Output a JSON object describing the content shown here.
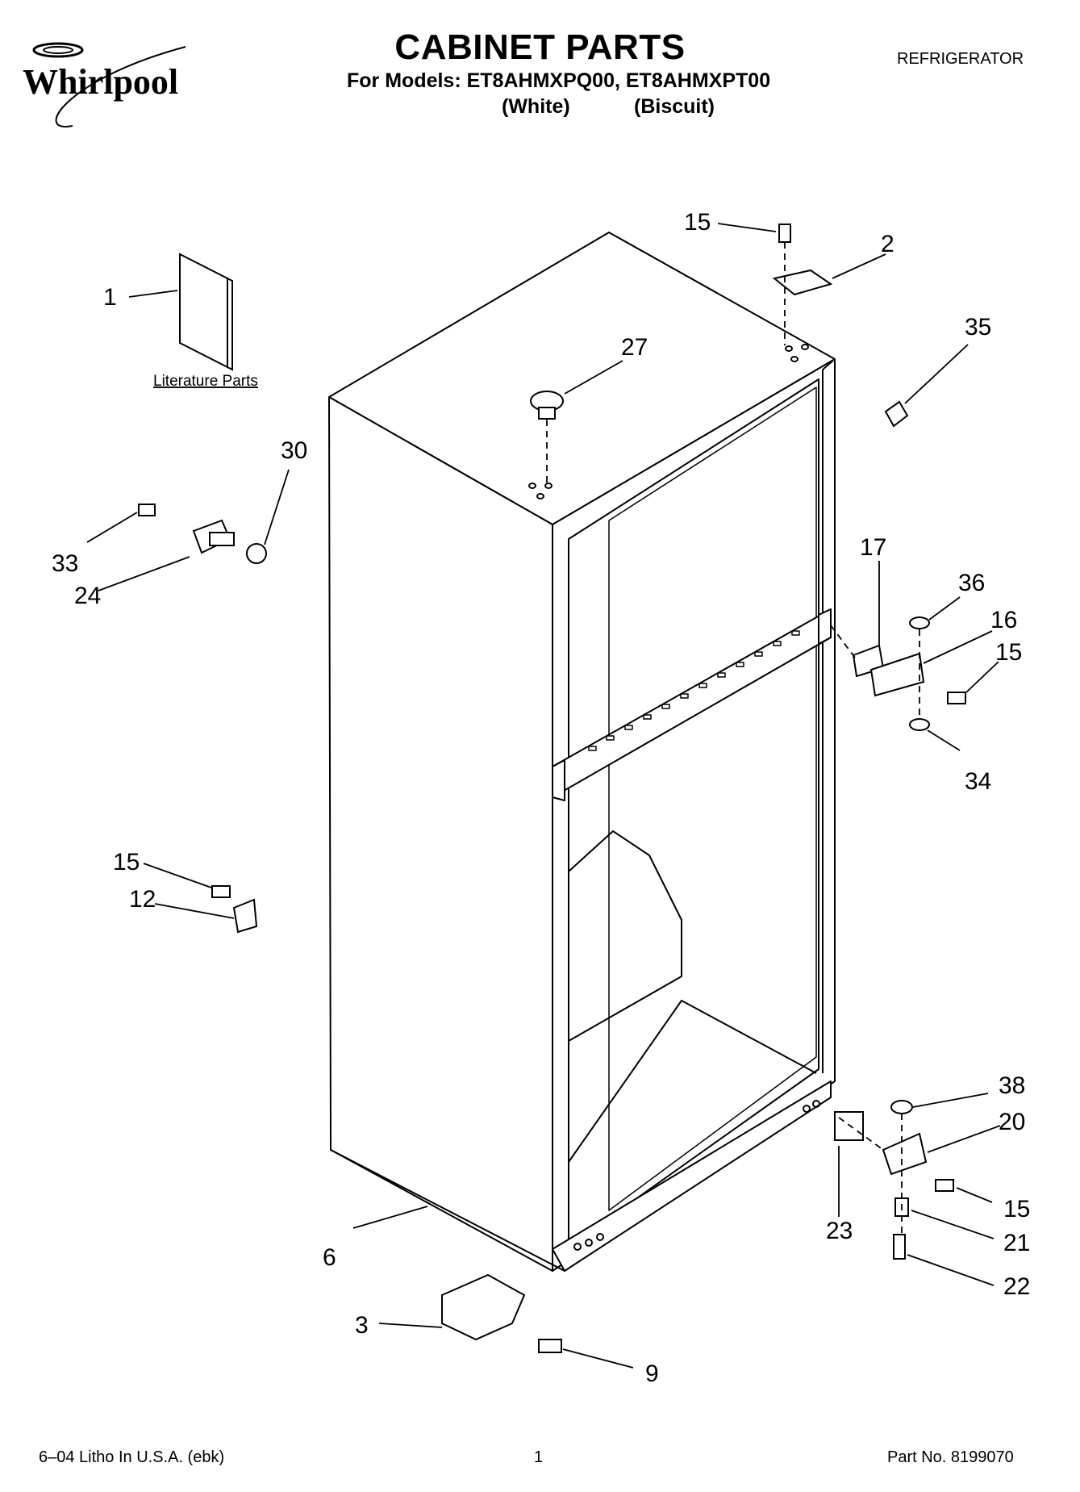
{
  "brand": {
    "name": "Whirlpool"
  },
  "header": {
    "title": "CABINET PARTS",
    "models_line": "For Models: ET8AHMXPQ00, ET8AHMXPT00",
    "color_white": "(White)",
    "color_biscuit": "(Biscuit)",
    "category": "REFRIGERATOR"
  },
  "diagram": {
    "literature_label": "Literature Parts",
    "callouts": {
      "c1": "1",
      "c2": "2",
      "c3": "3",
      "c6": "6",
      "c9": "9",
      "c12": "12",
      "c15a": "15",
      "c15b": "15",
      "c15c": "15",
      "c15d": "15",
      "c16": "16",
      "c17": "17",
      "c20": "20",
      "c21": "21",
      "c22": "22",
      "c23": "23",
      "c24": "24",
      "c27": "27",
      "c30": "30",
      "c33": "33",
      "c34": "34",
      "c35": "35",
      "c36": "36",
      "c38": "38"
    }
  },
  "footer": {
    "litho": "6–04 Litho In U.S.A. (ebk)",
    "page": "1",
    "part_no": "Part No. 8199070"
  }
}
